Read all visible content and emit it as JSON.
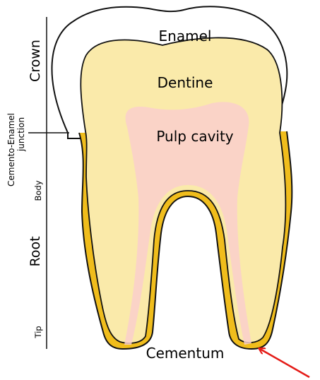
{
  "labels": {
    "enamel": "Enamel",
    "dentine": "Dentine",
    "pulp_cavity": "Pulp cavity",
    "cementum": "Cementum",
    "crown": "Crown",
    "cemento_enamel_line1": "Cemento-Enamel",
    "cemento_enamel_line2": "junction",
    "body": "Body",
    "root": "Root",
    "tip": "Tip"
  },
  "colors": {
    "enamel": "#ffffff",
    "dentine": "#faeaaa",
    "pulp": "#f9cfcc",
    "cementum": "#f0bd1c",
    "outline": "#111111",
    "arrow": "#e41b17"
  }
}
